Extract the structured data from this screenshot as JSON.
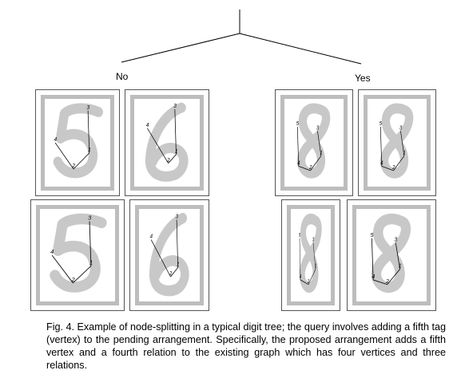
{
  "tree": {
    "left_label": "No",
    "right_label": "Yes"
  },
  "caption": "Fig. 4. Example of node-splitting in a typical digit tree; the query involves adding a fifth tag (vertex) to the pending arrangement. Specifically, the proposed arrangement adds a fifth vertex and a fourth relation to the existing graph which has four vertices and three relations.",
  "colors": {
    "stroke": "#c8c8c8",
    "frame": "#bdbdbd",
    "edge": "#000000"
  },
  "panels": [
    {
      "group": "no",
      "digit": "5",
      "vertex_labels": [
        "1",
        "2",
        "3",
        "4"
      ]
    },
    {
      "group": "no",
      "digit": "6",
      "vertex_labels": [
        "1",
        "2",
        "3",
        "4"
      ]
    },
    {
      "group": "no",
      "digit": "5",
      "vertex_labels": [
        "1",
        "2",
        "3",
        "4"
      ]
    },
    {
      "group": "no",
      "digit": "6",
      "vertex_labels": [
        "1",
        "2",
        "3",
        "4"
      ]
    },
    {
      "group": "yes",
      "digit": "8",
      "vertex_labels": [
        "1",
        "2",
        "3",
        "4",
        "5"
      ]
    },
    {
      "group": "yes",
      "digit": "8",
      "vertex_labels": [
        "1",
        "2",
        "3",
        "4",
        "5"
      ]
    },
    {
      "group": "yes",
      "digit": "8",
      "vertex_labels": [
        "1",
        "2",
        "3",
        "4",
        "5"
      ]
    },
    {
      "group": "yes",
      "digit": "8",
      "vertex_labels": [
        "1",
        "2",
        "3",
        "4",
        "5"
      ]
    }
  ]
}
